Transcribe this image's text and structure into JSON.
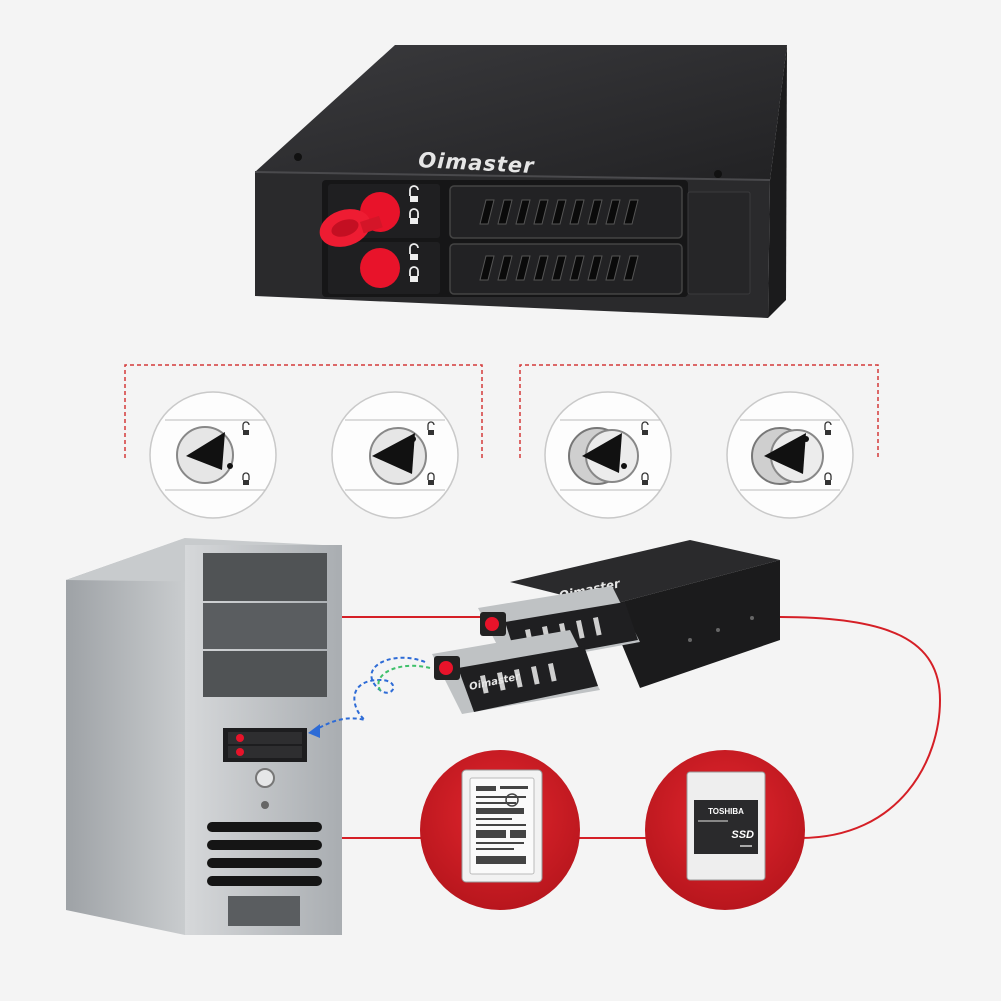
{
  "product": {
    "brand": "Oimaster",
    "label_brand_on_drive": "TOSHIBA",
    "label_ssd": "SSD"
  },
  "colors": {
    "background": "#f4f4f4",
    "enclosure": "#2b2b2d",
    "accent_red": "#d51f26",
    "key_red": "#e8132a",
    "dashed_red": "#d43a3a",
    "tower_grey": "#b9bcbf"
  },
  "lock_diagram": {
    "groups": [
      {
        "name": "group-left",
        "states": [
          "unlocked",
          "locked"
        ]
      },
      {
        "name": "group-right",
        "states": [
          "unlocked",
          "locked"
        ]
      }
    ],
    "icons": [
      "unlock-icon",
      "lock-icon"
    ]
  },
  "storage_options": [
    {
      "name": "hdd",
      "icon": "hard-disk-icon"
    },
    {
      "name": "ssd",
      "icon": "ssd-icon"
    }
  ]
}
